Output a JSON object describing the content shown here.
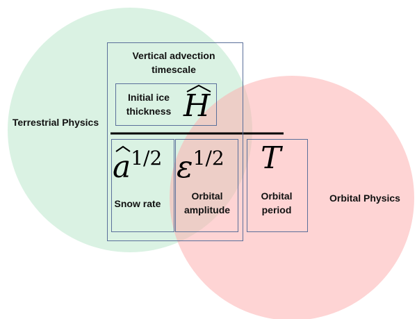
{
  "circles": {
    "terrestrial": {
      "label": "Terrestrial Physics",
      "color": "#b5e6c8"
    },
    "orbital": {
      "label": "Orbital Physics",
      "color": "#fdb0b0"
    }
  },
  "numerator": {
    "title": "Vertical advection timescale",
    "initial_label": "Initial ice thickness",
    "initial_symbol": "H"
  },
  "denominator": [
    {
      "symbol": "a",
      "exponent": "1/2",
      "label": "Snow rate"
    },
    {
      "symbol": "ε",
      "exponent": "1/2",
      "label": "Orbital amplitude"
    },
    {
      "symbol": "T",
      "exponent": "",
      "label": "Orbital period"
    }
  ]
}
